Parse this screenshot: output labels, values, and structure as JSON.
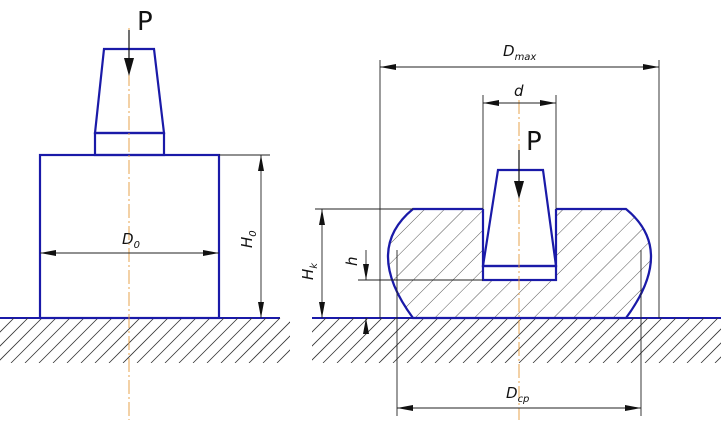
{
  "left_view": {
    "force_label": "P",
    "diameter": {
      "main": "D",
      "sub": "0"
    },
    "height": {
      "main": "H",
      "sub": "0"
    }
  },
  "right_view": {
    "force_label": "P",
    "max_diameter": {
      "main": "D",
      "sub": "max"
    },
    "avg_diameter": {
      "main": "D",
      "sub": "cp"
    },
    "punch_diameter": {
      "main": "d",
      "sub": ""
    },
    "height": {
      "main": "H",
      "sub": "k"
    },
    "depth": {
      "main": "h",
      "sub": ""
    }
  }
}
